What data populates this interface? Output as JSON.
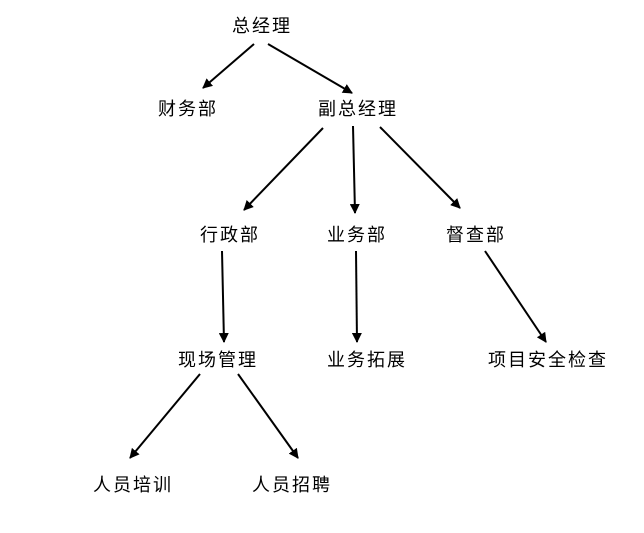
{
  "nodes": {
    "general_manager": "总经理",
    "finance_dept": "财务部",
    "deputy_general_manager": "副总经理",
    "admin_dept": "行政部",
    "business_dept": "业务部",
    "supervision_dept": "督查部",
    "site_management": "现场管理",
    "business_expansion": "业务拓展",
    "project_safety_inspection": "项目安全检查",
    "staff_training": "人员培训",
    "staff_recruitment": "人员招聘"
  },
  "edges": [
    {
      "from": "general_manager",
      "to": "finance_dept"
    },
    {
      "from": "general_manager",
      "to": "deputy_general_manager"
    },
    {
      "from": "deputy_general_manager",
      "to": "admin_dept"
    },
    {
      "from": "deputy_general_manager",
      "to": "business_dept"
    },
    {
      "from": "deputy_general_manager",
      "to": "supervision_dept"
    },
    {
      "from": "admin_dept",
      "to": "site_management"
    },
    {
      "from": "business_dept",
      "to": "business_expansion"
    },
    {
      "from": "supervision_dept",
      "to": "project_safety_inspection"
    },
    {
      "from": "site_management",
      "to": "staff_training"
    },
    {
      "from": "site_management",
      "to": "staff_recruitment"
    }
  ],
  "colors": {
    "line": "#000000",
    "text": "#000000",
    "background": "#ffffff"
  }
}
